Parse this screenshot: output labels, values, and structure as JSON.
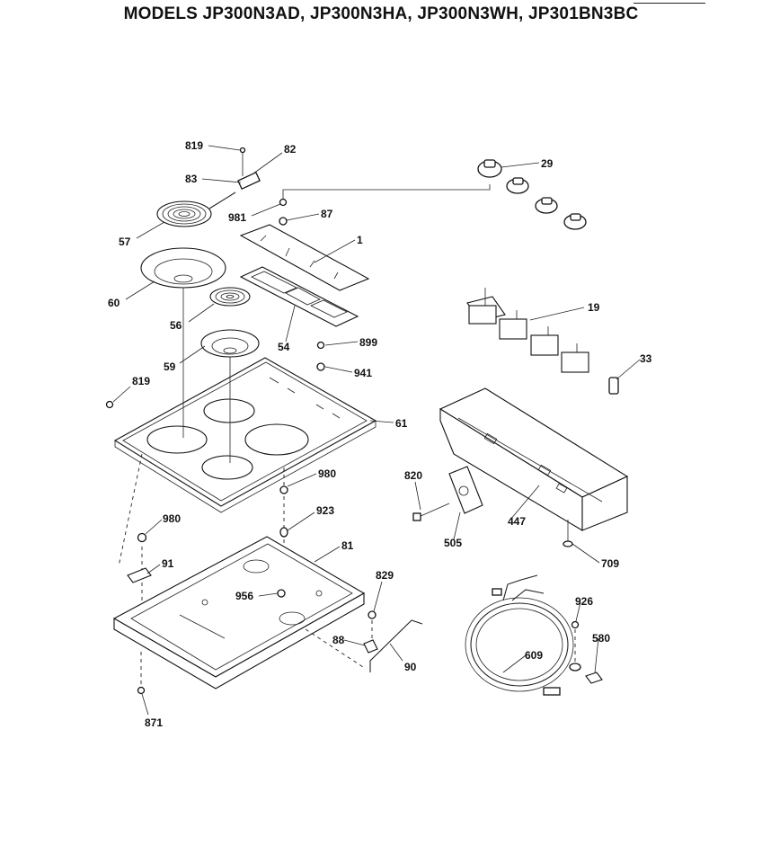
{
  "title": "MODELS JP300N3AD, JP300N3HA, JP300N3WH, JP301BN3BC",
  "callouts": [
    {
      "id": "819-top",
      "label": "819"
    },
    {
      "id": "82",
      "label": "82"
    },
    {
      "id": "83",
      "label": "83"
    },
    {
      "id": "981",
      "label": "981"
    },
    {
      "id": "87",
      "label": "87"
    },
    {
      "id": "29",
      "label": "29"
    },
    {
      "id": "57",
      "label": "57"
    },
    {
      "id": "1",
      "label": "1"
    },
    {
      "id": "60",
      "label": "60"
    },
    {
      "id": "56",
      "label": "56"
    },
    {
      "id": "54",
      "label": "54"
    },
    {
      "id": "19",
      "label": "19"
    },
    {
      "id": "899",
      "label": "899"
    },
    {
      "id": "59",
      "label": "59"
    },
    {
      "id": "941",
      "label": "941"
    },
    {
      "id": "33",
      "label": "33"
    },
    {
      "id": "819-mid",
      "label": "819"
    },
    {
      "id": "61-top",
      "label": "61"
    },
    {
      "id": "980-a",
      "label": "980"
    },
    {
      "id": "820",
      "label": "820"
    },
    {
      "id": "923",
      "label": "923"
    },
    {
      "id": "980-b",
      "label": "980"
    },
    {
      "id": "447",
      "label": "447"
    },
    {
      "id": "505",
      "label": "505"
    },
    {
      "id": "81",
      "label": "81"
    },
    {
      "id": "91",
      "label": "91"
    },
    {
      "id": "709",
      "label": "709"
    },
    {
      "id": "829",
      "label": "829"
    },
    {
      "id": "956",
      "label": "956"
    },
    {
      "id": "926",
      "label": "926"
    },
    {
      "id": "580",
      "label": "580"
    },
    {
      "id": "88",
      "label": "88"
    },
    {
      "id": "609",
      "label": "609"
    },
    {
      "id": "90",
      "label": "90"
    },
    {
      "id": "871",
      "label": "871"
    }
  ]
}
